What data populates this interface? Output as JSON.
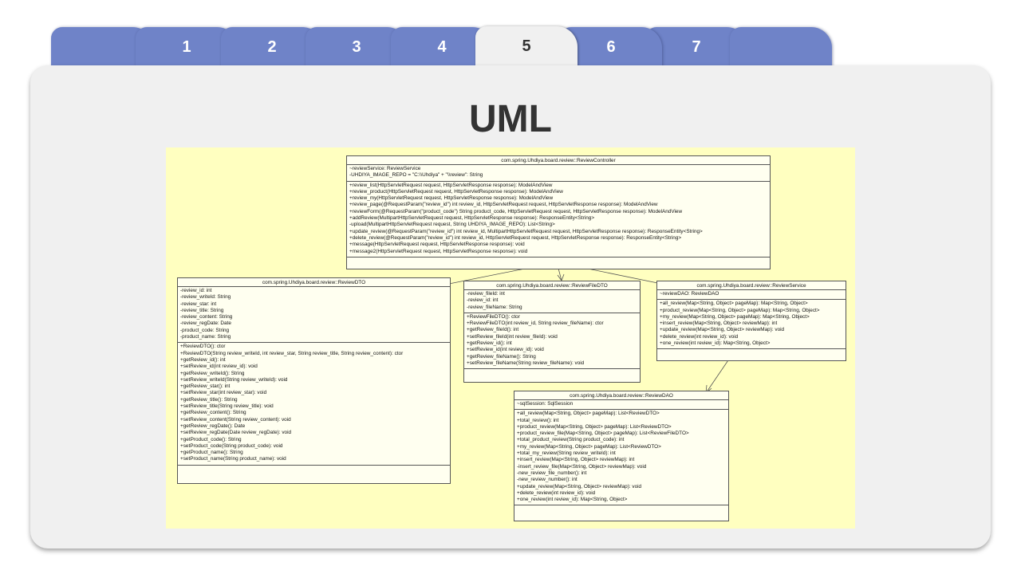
{
  "tabs": [
    {
      "label": ""
    },
    {
      "label": "1"
    },
    {
      "label": "2"
    },
    {
      "label": "3"
    },
    {
      "label": "4"
    },
    {
      "label": "5"
    },
    {
      "label": "6"
    },
    {
      "label": "7"
    },
    {
      "label": ""
    }
  ],
  "active_tab": "5",
  "page": {
    "title": "UML"
  },
  "classes": {
    "controller": {
      "name": "com.spring.Uhdiya.board.review::ReviewController",
      "attributes": [
        "~reviewService: ReviewService",
        "-UHDIYA_IMAGE_REPO = \"C:\\\\Uhdiya\" + \"\\\\review\": String"
      ],
      "operations": [
        "+review_list(HttpServletRequest request, HttpServletResponse response): ModelAndView",
        "+review_product(HttpServletRequest request, HttpServletResponse response): ModelAndView",
        "+review_my(HttpServletRequest request, HttpServletResponse response): ModelAndView",
        "+review_page(@RequestParam(\"review_id\") int review_id, HttpServletRequest request, HttpServletResponse response): ModelAndView",
        "+reviewForm(@RequestParam(\"product_code\") String product_code, HttpServletRequest request, HttpServletResponse response): ModelAndView",
        "+addReview(MultipartHttpServletRequest request, HttpServletResponse response): ResponseEntity<String>",
        "-upload(MultipartHttpServletRequest request, String UHDIYA_IMAGE_REPO): List<String>",
        "+update_review(@RequestParam(\"review_id\") int review_id, MultipartHttpServletRequest request, HttpServletResponse response): ResponseEntity<String>",
        "+delete_review(@RequestParam(\"review_id\") int review_id, HttpServletRequest request, HttpServletResponse response): ResponseEntity<String>",
        "+message(HttpServletRequest request, HttpServletResponse response): void",
        "+message2(HttpServletRequest request, HttpServletResponse response): void"
      ]
    },
    "dto": {
      "name": "com.spring.Uhdiya.board.review::ReviewDTO",
      "attributes": [
        "-review_id: int",
        "-review_writeId: String",
        "-review_star: int",
        "-review_title: String",
        "-review_content: String",
        "-review_regDate: Date",
        "-product_code: String",
        "-product_name: String"
      ],
      "operations": [
        "+ReviewDTO(): ctor",
        "+ReviewDTO(String review_writeId, int review_star, String review_title, String review_content): ctor",
        "+getReview_id(): int",
        "+setReview_id(int review_id): void",
        "+getReview_writeId(): String",
        "+setReview_writeId(String review_writeId): void",
        "+getReview_star(): int",
        "+setReview_star(int review_star): void",
        "+getReview_title(): String",
        "+setReview_title(String review_title): void",
        "+getReview_content(): String",
        "+setReview_content(String review_content): void",
        "+getReview_regDate(): Date",
        "+setReview_regDate(Date review_regDate): void",
        "+getProduct_code(): String",
        "+setProduct_code(String product_code): void",
        "+getProduct_name(): String",
        "+setProduct_name(String product_name): void"
      ]
    },
    "filedto": {
      "name": "com.spring.Uhdiya.board.review::ReviewFileDTO",
      "attributes": [
        "-review_fileId: int",
        "-review_id: int",
        "-review_fileName: String"
      ],
      "operations": [
        "+ReviewFileDTO(): ctor",
        "+ReviewFileDTO(int review_id, String review_fileName): ctor",
        "+getReview_fileId(): int",
        "+setReview_fileId(int review_fileId): void",
        "+getReview_id(): int",
        "+setReview_id(int review_id): void",
        "+getReview_fileName(): String",
        "+setReview_fileName(String review_fileName): void"
      ]
    },
    "service": {
      "name": "com.spring.Uhdiya.board.review::ReviewService",
      "attributes": [
        "~reviewDAO: ReviewDAO"
      ],
      "operations": [
        "+all_review(Map<String, Object> pageMap): Map<String, Object>",
        "+product_review(Map<String, Object> pageMap): Map<String, Object>",
        "+my_review(Map<String, Object> pageMap): Map<String, Object>",
        "+insert_review(Map<String, Object> reviewMap): int",
        "+update_review(Map<String, Object> reviewMap): void",
        "+delete_review(int review_id): void",
        "+one_review(int review_id): Map<String, Object>"
      ]
    },
    "dao": {
      "name": "com.spring.Uhdiya.board.review::ReviewDAO",
      "attributes": [
        "~sqlSession: SqlSession"
      ],
      "operations": [
        "+all_review(Map<String, Object> pageMap): List<ReviewDTO>",
        "+total_review(): int",
        "+product_review(Map<String, Object> pageMap): List<ReviewDTO>",
        "+product_review_file(Map<String, Object> pageMap): List<ReviewFileDTO>",
        "+total_product_review(String product_code): int",
        "+my_review(Map<String, Object> pageMap): List<ReviewDTO>",
        "+total_my_review(String review_writeId): int",
        "+insert_review(Map<String, Object> reviewMap): int",
        "-insert_review_file(Map<String, Object> reviewMap): void",
        "-new_review_file_number(): int",
        "-new_review_number(): int",
        "+update_review(Map<String, Object> reviewMap): void",
        "+delete_review(int review_id): void",
        "+one_review(int review_id): Map<String, Object>"
      ]
    }
  }
}
